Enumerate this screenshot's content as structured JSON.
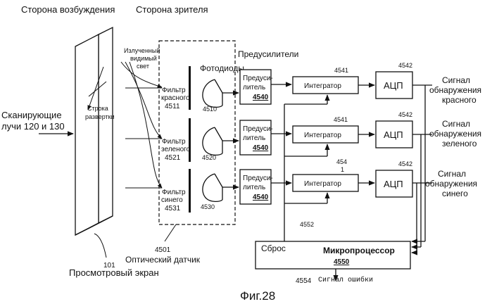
{
  "labels": {
    "excitation_side": "Сторона возбуждения",
    "viewer_side": "Сторона зрителя",
    "emitted_light": [
      "Излученный",
      "видимый",
      "свет"
    ],
    "preamps_header": "Предусилители",
    "photodiodes_header": "Фотодиоды",
    "scan_line": [
      "Строка",
      "развертки"
    ],
    "scanning_beams": [
      "Сканирующие",
      "лучи 120 и 130"
    ],
    "screen_ref": "101",
    "viewing_screen": "Просмотровый экран",
    "optical_sensor_ref": "4501",
    "optical_sensor": "Оптический датчик",
    "reset": "Сброс",
    "microprocessor": "Микропроцессор",
    "microprocessor_ref": "4550",
    "line_4552": "4552",
    "line_4554": "4554",
    "error_signal": "Сигнал ошибки",
    "figure_caption": "Фиг.28"
  },
  "channels": [
    {
      "filter": [
        "Фильтр",
        "красного",
        "4511"
      ],
      "photodiode_ref": "4510",
      "preamp": [
        "Предуси-",
        "литель",
        "4540"
      ],
      "integrator_ref": [
        "4541"
      ],
      "integrator": "Интегратор",
      "adc_ref": "4542",
      "adc": "АЦП",
      "signal": [
        "Сигнал",
        "обнаружения",
        "красного"
      ]
    },
    {
      "filter": [
        "Фильтр",
        "зеленого",
        "4521"
      ],
      "photodiode_ref": "4520",
      "preamp": [
        "Предуси-",
        "литель",
        "4540"
      ],
      "integrator_ref": [
        "4541"
      ],
      "integrator": "Интегратор",
      "adc_ref": "4542",
      "adc": "АЦП",
      "signal": [
        "Сигнал",
        "обнаружения",
        "зеленого"
      ]
    },
    {
      "filter": [
        "Фильтр",
        "синего",
        "4531"
      ],
      "photodiode_ref": "4530",
      "preamp": [
        "Предуси-",
        "литель",
        "4540"
      ],
      "integrator_ref": [
        "454",
        "1"
      ],
      "integrator": "Интегратор",
      "adc_ref": "4542",
      "adc": "АЦП",
      "signal": [
        "Сигнал",
        "обнаружения",
        "синего"
      ]
    }
  ]
}
